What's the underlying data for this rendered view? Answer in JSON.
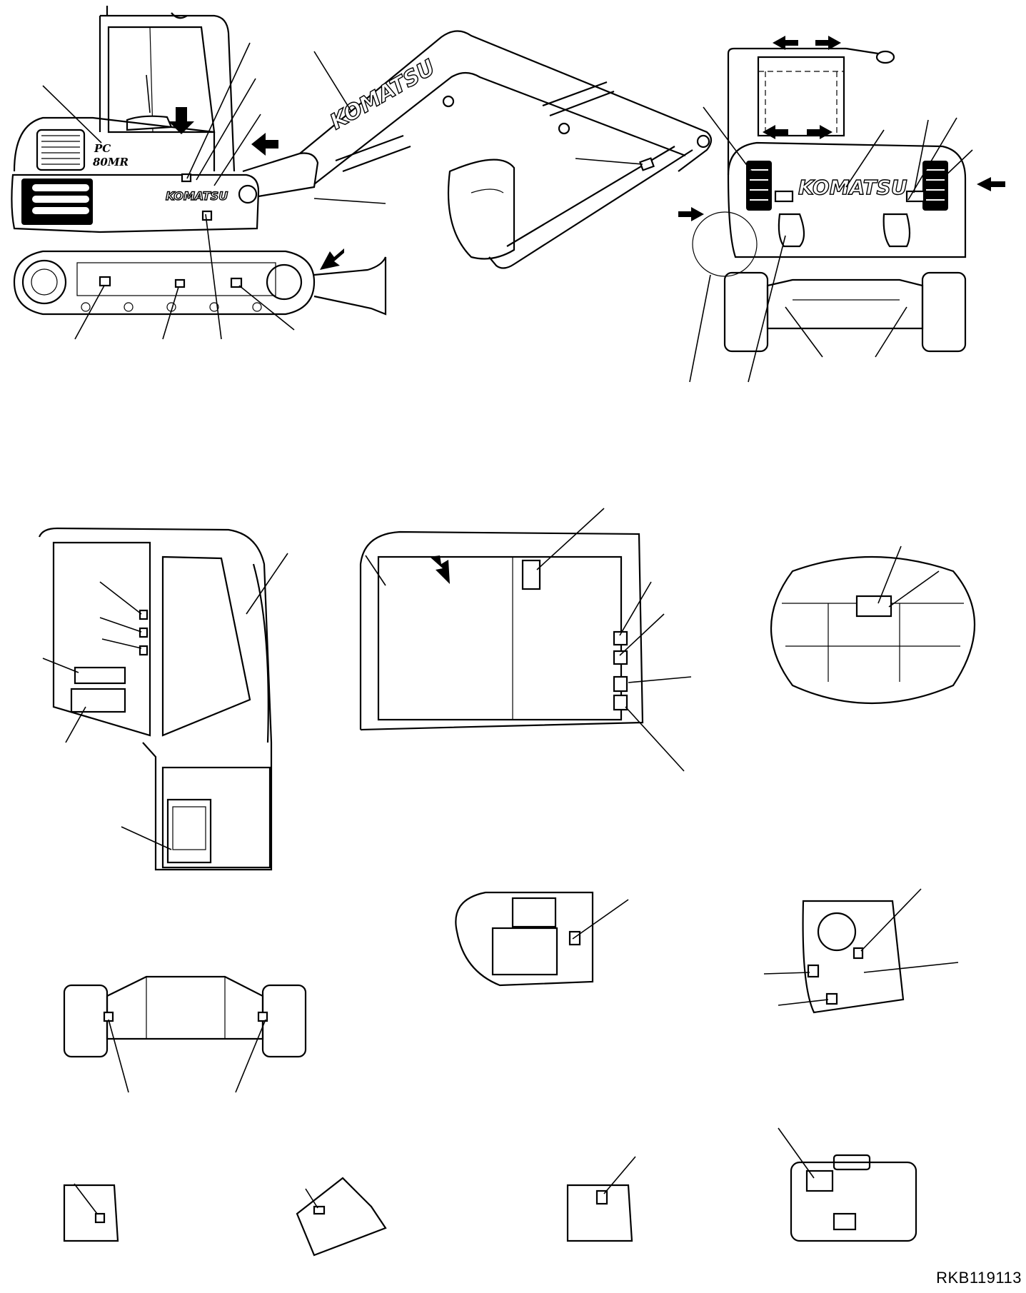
{
  "drawing": {
    "reference_code": "RKB119113",
    "brand_text": "KOMATSU",
    "model_text_line1": "PC",
    "model_text_line2": "80MR"
  },
  "views": [
    {
      "id": "side-view",
      "icon": "excavator-side-icon"
    },
    {
      "id": "rear-view",
      "icon": "excavator-rear-icon"
    },
    {
      "id": "cab-left-interior",
      "icon": "cab-interior-icon"
    },
    {
      "id": "cab-front-frame",
      "icon": "cab-frame-icon"
    },
    {
      "id": "undercarriage-detail",
      "icon": "detail-circle-icon"
    },
    {
      "id": "undercarriage-front",
      "icon": "undercarriage-icon"
    },
    {
      "id": "engine-left",
      "icon": "engine-icon"
    },
    {
      "id": "engine-right",
      "icon": "engine-icon"
    },
    {
      "id": "detail-small-1",
      "icon": "detail-icon"
    },
    {
      "id": "detail-small-2",
      "icon": "detail-icon"
    },
    {
      "id": "detail-small-3",
      "icon": "detail-icon"
    },
    {
      "id": "battery-box",
      "icon": "box-icon"
    }
  ]
}
